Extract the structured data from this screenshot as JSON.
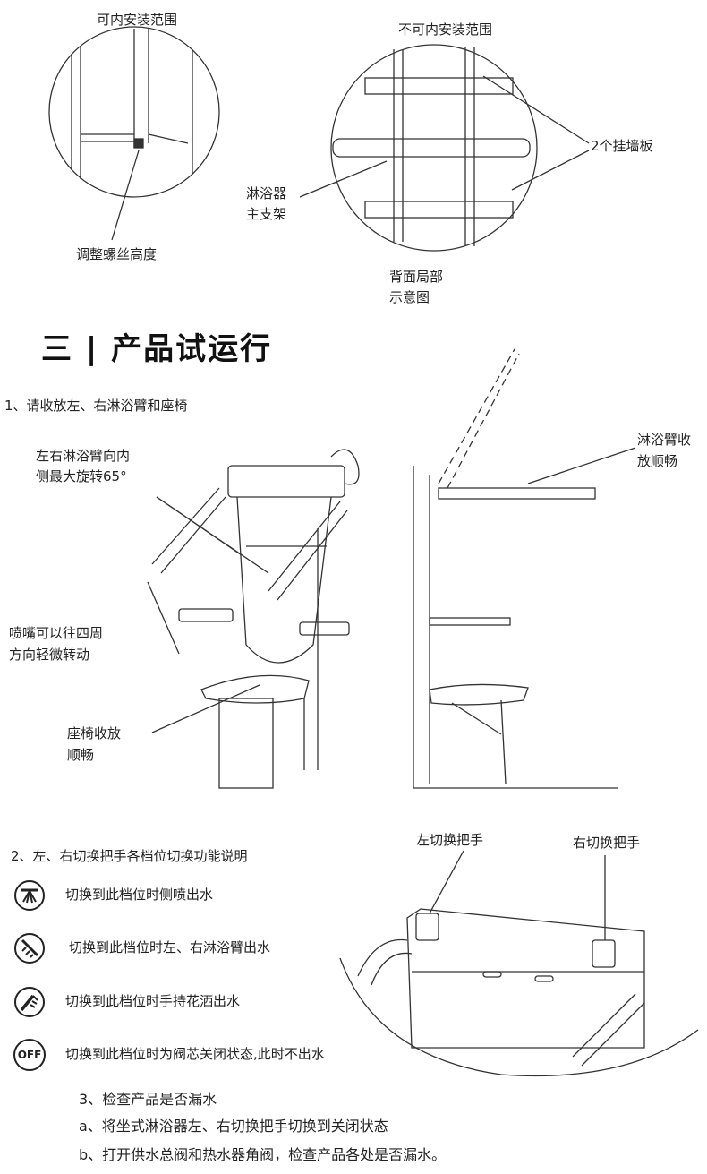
{
  "top_left": {
    "caption": "可内安装范围",
    "callout": "调整螺丝高度"
  },
  "top_right": {
    "caption": "不可内安装范围",
    "callout_plates": "2个挂墙板",
    "callout_frame_line1": "淋浴器",
    "callout_frame_line2": "主支架",
    "note_line1": "背面局部",
    "note_line2": "示意图"
  },
  "section": {
    "title": "三 | 产品试运行"
  },
  "step1": {
    "heading": "1、请收放左、右淋浴臂和座椅",
    "arm_rotation_line1": "左右淋浴臂向内",
    "arm_rotation_line2": "侧最大旋转65°",
    "nozzle_line1": "喷嘴可以往四周",
    "nozzle_line2": "方向轻微转动",
    "seat_line1": "座椅收放",
    "seat_line2": "顺畅",
    "arm_fold_line1": "淋浴臂收",
    "arm_fold_line2": "放顺畅"
  },
  "step2": {
    "heading": "2、左、右切换把手各档位切换功能说明",
    "left_handle": "左切换把手",
    "right_handle": "右切换把手",
    "modes": [
      {
        "icon": "side-spray-icon",
        "text": "切换到此档位时侧喷出水"
      },
      {
        "icon": "shower-arm-icon",
        "text": "切换到此档位时左、右淋浴臂出水"
      },
      {
        "icon": "hand-shower-icon",
        "text": "切换到此档位时手持花洒出水"
      },
      {
        "icon": "off-icon",
        "label": "OFF",
        "text": "切换到此档位时为阀芯关闭状态,此时不出水"
      }
    ]
  },
  "step3": {
    "heading": "3、检查产品是否漏水",
    "a": "a、将坐式淋浴器左、右切换把手切换到关闭状态",
    "b": "b、打开供水总阀和热水器角阀，检查产品各处是否漏水。"
  }
}
